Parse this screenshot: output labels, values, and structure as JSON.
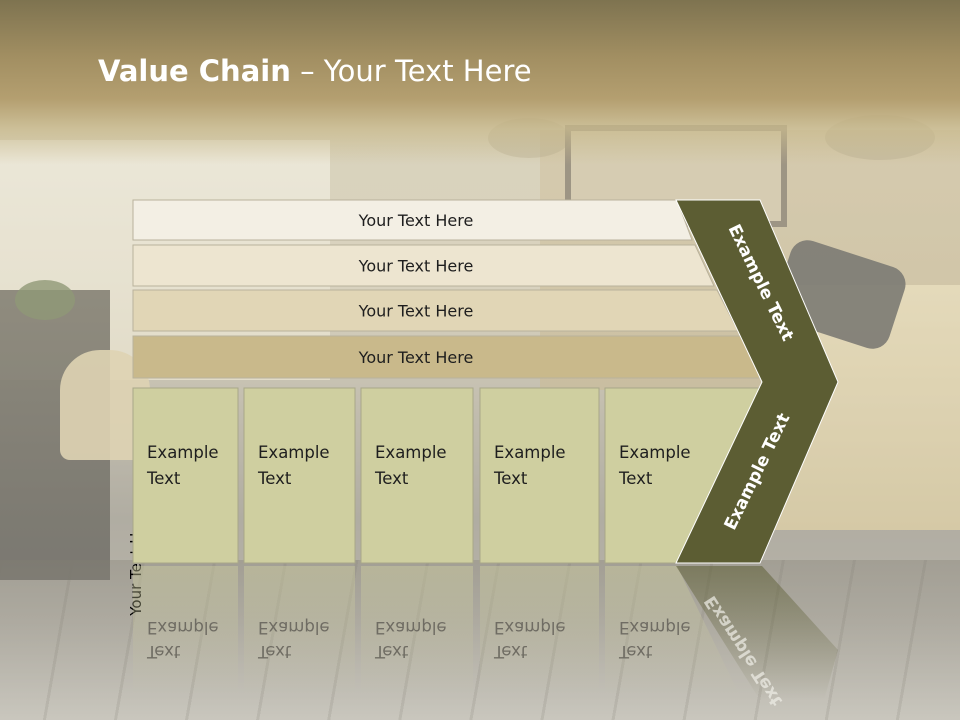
{
  "slide": {
    "title_bold": "Value Chain",
    "title_rest": " – Your Text Here",
    "side_label": "Your Text Here"
  },
  "rows": [
    {
      "label": "Your Text Here",
      "color": "#f3efe4"
    },
    {
      "label": "Your Text Here",
      "color": "#ede5d0"
    },
    {
      "label": "Your Text Here",
      "color": "#e1d6b6"
    },
    {
      "label": "Your Text Here",
      "color": "#c9b98b"
    }
  ],
  "boxes": [
    {
      "line1": "Example",
      "line2": "Text"
    },
    {
      "line1": "Example",
      "line2": "Text"
    },
    {
      "line1": "Example",
      "line2": "Text"
    },
    {
      "line1": "Example",
      "line2": "Text"
    },
    {
      "line1": "Example",
      "line2": "Text"
    }
  ],
  "arrow": {
    "upper_label": "Example Text",
    "lower_label": "Example Text"
  },
  "colors": {
    "box_fill": "#cfcfa0",
    "arrow_fill": "#5c5d33",
    "title": "#ffffff"
  }
}
